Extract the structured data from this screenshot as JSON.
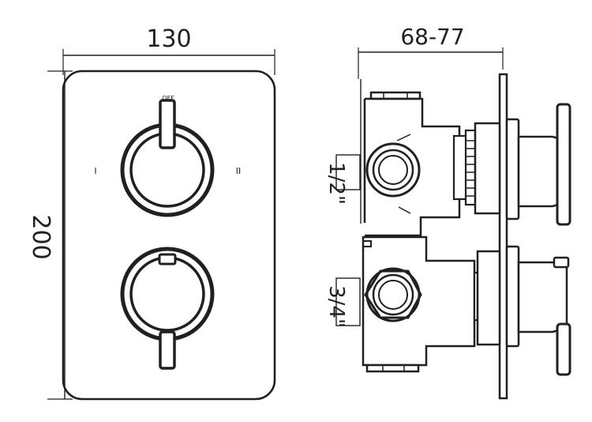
{
  "drawing": {
    "front_view": {
      "width_dimension": "130",
      "height_dimension": "200",
      "upper_knob_top_label": "OFF",
      "upper_knob_left_label": "I",
      "upper_knob_right_label": "II"
    },
    "side_view": {
      "depth_dimension": "68-77",
      "upper_outlet_size": "1/2\"",
      "lower_outlet_size": "3/4\""
    },
    "colors": {
      "line": "#231f20",
      "background": "#ffffff"
    }
  }
}
